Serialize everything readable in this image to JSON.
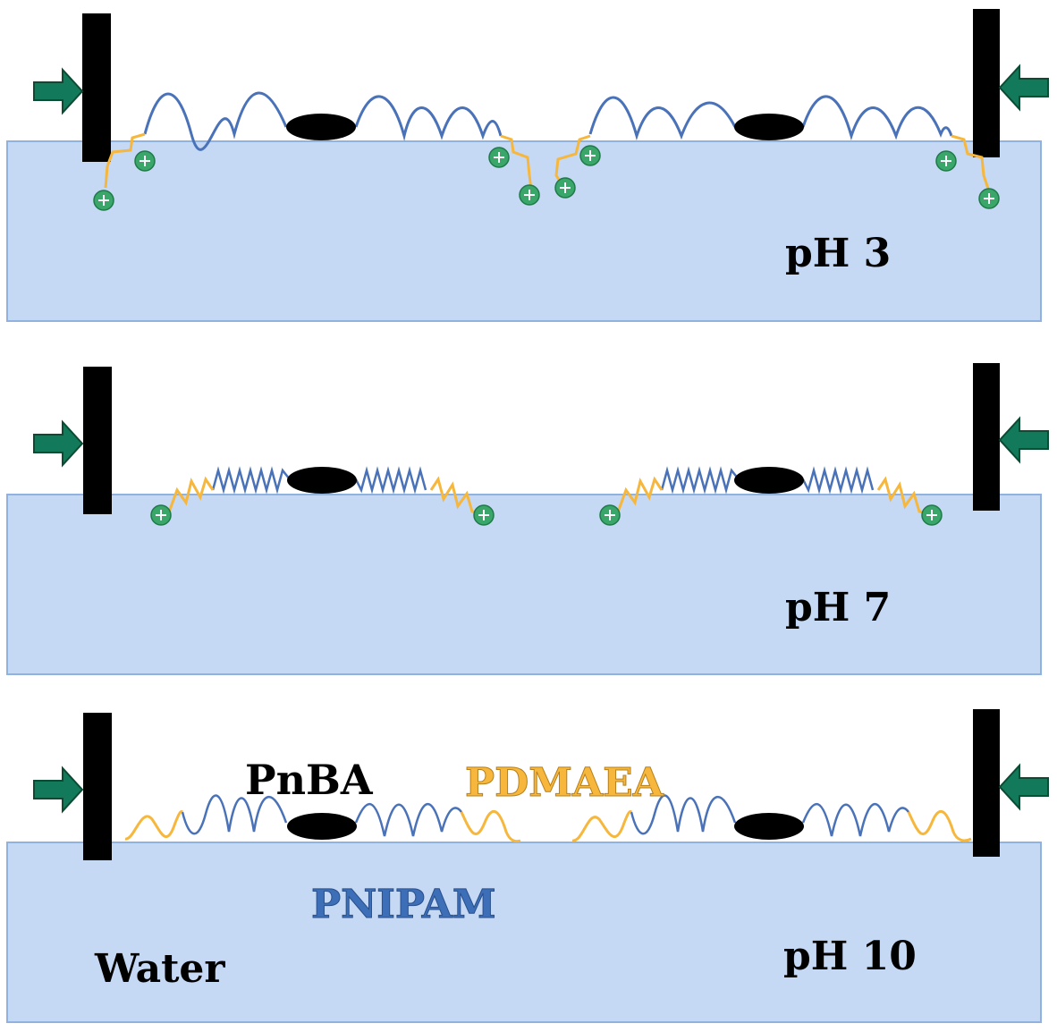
{
  "panels": [
    {
      "label": "pH 3",
      "state": "charged-extended"
    },
    {
      "label": "pH 7",
      "state": "charged-compressed"
    },
    {
      "label": "pH 10",
      "state": "neutral"
    }
  ],
  "legend": {
    "pnba": "PnBA",
    "pdmaea": "PDMAEA",
    "pnipam": "PNIPAM",
    "water": "Water"
  },
  "colors": {
    "water": "#c5d8f4",
    "water_border": "#8fb2df",
    "pnipam": "#4a72b8",
    "pdmaea": "#f6b73c",
    "pnba": "#000000",
    "charge_fill": "#3aa66a",
    "arrow_fill": "#127a5a",
    "barrier": "#000000"
  },
  "icons": [
    "left-arrow-icon",
    "right-arrow-icon",
    "plus-charge-icon"
  ]
}
